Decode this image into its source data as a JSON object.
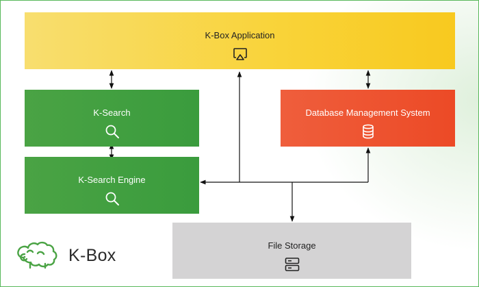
{
  "diagram": {
    "boxes": {
      "application": {
        "label": "K-Box Application",
        "icon": "airplay-icon"
      },
      "ksearch": {
        "label": "K-Search",
        "icon": "search-icon"
      },
      "ksearch_engine": {
        "label": "K-Search Engine",
        "icon": "search-icon"
      },
      "dbms": {
        "label": "Database Management System",
        "icon": "database-icon"
      },
      "storage": {
        "label": "File Storage",
        "icon": "server-icon"
      }
    }
  },
  "brand": {
    "name": "K-Box",
    "logo": "sheep-logo"
  },
  "colors": {
    "application": "#f9d338",
    "ksearch": "#3f9f40",
    "dbms": "#ee5230",
    "storage": "#d4d3d4",
    "border": "#58b85a"
  }
}
